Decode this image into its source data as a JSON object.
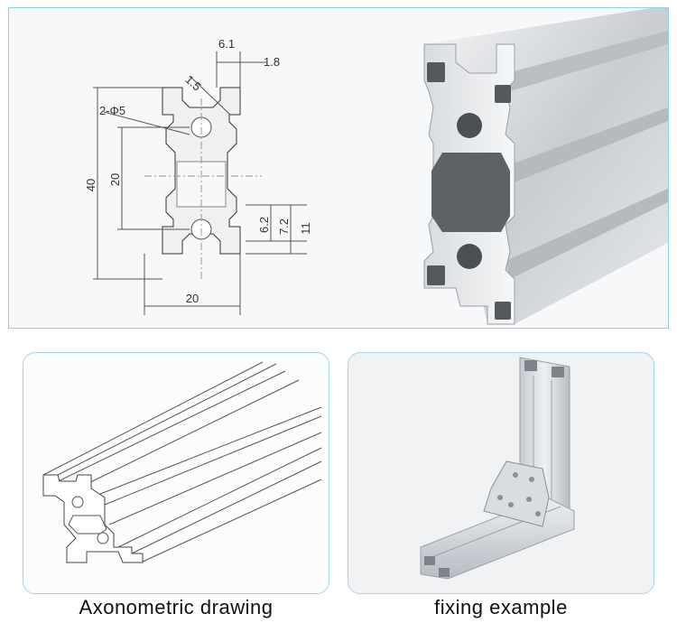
{
  "dimensions": {
    "d_top": "6.1",
    "d_right": "1.8",
    "d_diag": "1.5",
    "d_holes": "2-Φ5",
    "d_height": "40",
    "d_inner": "20",
    "d_62": "6.2",
    "d_72": "7.2",
    "d_11": "11",
    "d_width": "20"
  },
  "captions": {
    "axonometric": "Axonometric drawing",
    "fixing": "fixing example"
  }
}
